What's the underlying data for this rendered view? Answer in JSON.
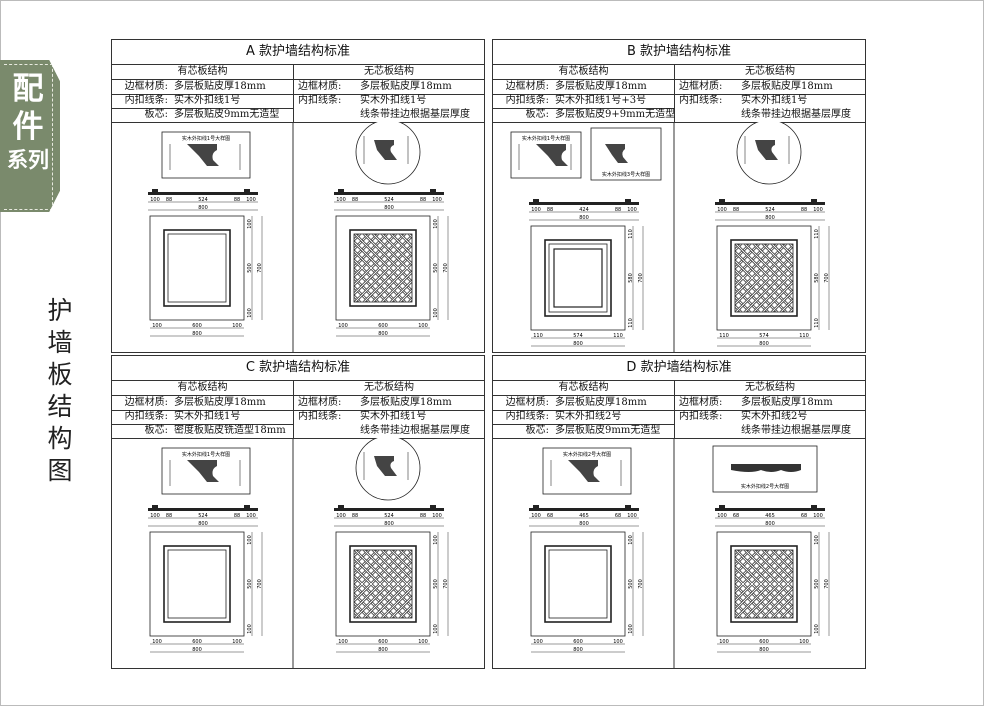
{
  "tab": {
    "title": "配件",
    "subtitle": "系列"
  },
  "side_title": "护墙板结构图",
  "labels": {
    "with_core": "有芯板结构",
    "no_core": "无芯板结构"
  },
  "panels": [
    {
      "title": "A 款护墙结构标准",
      "left": [
        {
          "label": "边框材质:",
          "value": "多层板贴皮厚18mm"
        },
        {
          "label": "内扣线条:",
          "value": "实木外扣线1号"
        },
        {
          "label": "板芯:",
          "value": "多层板贴皮9mm无造型"
        }
      ],
      "right": [
        {
          "label": "边框材质:",
          "value": "多层板贴皮厚18mm"
        },
        {
          "label": "内扣线条:",
          "value": "实木外扣线1号"
        },
        {
          "label": "",
          "value": "线条带挂边根据基层厚度"
        }
      ],
      "detail": "实木外扣线1号大样图",
      "top_dims": [
        "100",
        "88",
        "524",
        "88",
        "100"
      ],
      "top_total": "800",
      "bot_dims": [
        "100",
        "600",
        "100"
      ],
      "bot_total": "800",
      "side_dims": [
        "100",
        "500",
        "100"
      ],
      "side_total": "700"
    },
    {
      "title": "B 款护墙结构标准",
      "left": [
        {
          "label": "边框材质:",
          "value": "多层板贴皮厚18mm"
        },
        {
          "label": "内扣线条:",
          "value": "实木外扣线1号+3号"
        },
        {
          "label": "板芯:",
          "value": "多层板贴皮9+9mm无造型"
        }
      ],
      "right": [
        {
          "label": "边框材质:",
          "value": "多层板贴皮厚18mm"
        },
        {
          "label": "内扣线条:",
          "value": "实木外扣线1号"
        },
        {
          "label": "",
          "value": "线条带挂边根据基层厚度"
        }
      ],
      "detail": "实木外扣线1号大样图",
      "detail2": "实木外扣线3号大样图",
      "top_dims": [
        "100",
        "88",
        "424",
        "88",
        "100"
      ],
      "top_total": "800",
      "top_dims_r": [
        "100",
        "88",
        "524",
        "88",
        "100"
      ],
      "top_total_r": "800",
      "bot_dims": [
        "110",
        "574",
        "110"
      ],
      "bot_total": "800",
      "side_dims": [
        "110",
        "580",
        "110"
      ],
      "side_total": "700"
    },
    {
      "title": "C 款护墙结构标准",
      "left": [
        {
          "label": "边框材质:",
          "value": "多层板贴皮厚18mm"
        },
        {
          "label": "内扣线条:",
          "value": "实木外扣线1号"
        },
        {
          "label": "板芯:",
          "value": "密度板贴皮铣造型18mm"
        }
      ],
      "right": [
        {
          "label": "边框材质:",
          "value": "多层板贴皮厚18mm"
        },
        {
          "label": "内扣线条:",
          "value": "实木外扣线1号"
        },
        {
          "label": "",
          "value": "线条带挂边根据基层厚度"
        }
      ],
      "detail": "实木外扣线1号大样图",
      "top_dims": [
        "100",
        "88",
        "524",
        "88",
        "100"
      ],
      "top_total": "800",
      "bot_dims": [
        "100",
        "600",
        "100"
      ],
      "bot_total": "800",
      "side_dims": [
        "100",
        "500",
        "100"
      ],
      "side_total": "700"
    },
    {
      "title": "D 款护墙结构标准",
      "left": [
        {
          "label": "边框材质:",
          "value": "多层板贴皮厚18mm"
        },
        {
          "label": "内扣线条:",
          "value": "实木外扣线2号"
        },
        {
          "label": "板芯:",
          "value": "多层板贴皮9mm无造型"
        }
      ],
      "right": [
        {
          "label": "边框材质:",
          "value": "多层板贴皮厚18mm"
        },
        {
          "label": "内扣线条:",
          "value": "实木外扣线2号"
        },
        {
          "label": "",
          "value": "线条带挂边根据基层厚度"
        }
      ],
      "detail": "实木外扣线2号大样图",
      "top_dims": [
        "100",
        "68",
        "465",
        "68",
        "100"
      ],
      "top_total": "800",
      "bot_dims": [
        "100",
        "600",
        "100"
      ],
      "bot_total": "800",
      "side_dims": [
        "100",
        "500",
        "100"
      ],
      "side_total": "700"
    }
  ]
}
